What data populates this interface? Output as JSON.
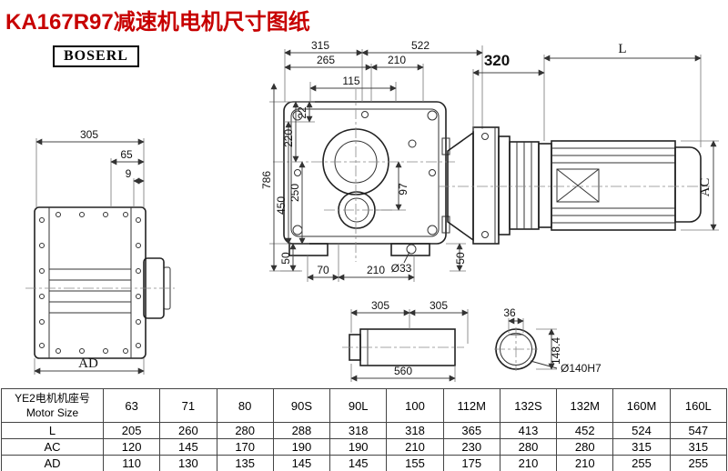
{
  "title": "KA167R97减速机电机尺寸图纸",
  "logo": "BOSERL",
  "views": {
    "front": {
      "d315": "315",
      "d522": "522",
      "d265": "265",
      "d210": "210",
      "d115": "115",
      "d22": "22",
      "d220": "220",
      "d250": "250",
      "d450": "450",
      "d786": "786",
      "d97": "97",
      "d50l": "50",
      "d70": "70",
      "d210b": "210",
      "d33": "Ø33",
      "d50r": "50"
    },
    "motor": {
      "d320": "320",
      "dL": "L",
      "dAC": "AC"
    },
    "left": {
      "d305": "305",
      "d65": "65",
      "d9": "9",
      "dAD": "AD"
    },
    "shaft": {
      "d305a": "305",
      "d305b": "305",
      "d560": "560"
    },
    "section": {
      "d36": "36",
      "d148": "148.4",
      "d140": "Ø140H7"
    }
  },
  "table": {
    "col0_line1": "YE2电机机座号",
    "col0_line2": "Motor Size",
    "sizes": [
      "63",
      "71",
      "80",
      "90S",
      "90L",
      "100",
      "112M",
      "132S",
      "132M",
      "160M",
      "160L"
    ],
    "rows": [
      {
        "label": "L",
        "values": [
          "205",
          "260",
          "280",
          "288",
          "318",
          "318",
          "365",
          "413",
          "452",
          "524",
          "547"
        ]
      },
      {
        "label": "AC",
        "values": [
          "120",
          "145",
          "170",
          "190",
          "190",
          "210",
          "230",
          "280",
          "280",
          "315",
          "315"
        ]
      },
      {
        "label": "AD",
        "values": [
          "110",
          "130",
          "135",
          "145",
          "145",
          "155",
          "175",
          "210",
          "210",
          "255",
          "255"
        ]
      }
    ]
  }
}
